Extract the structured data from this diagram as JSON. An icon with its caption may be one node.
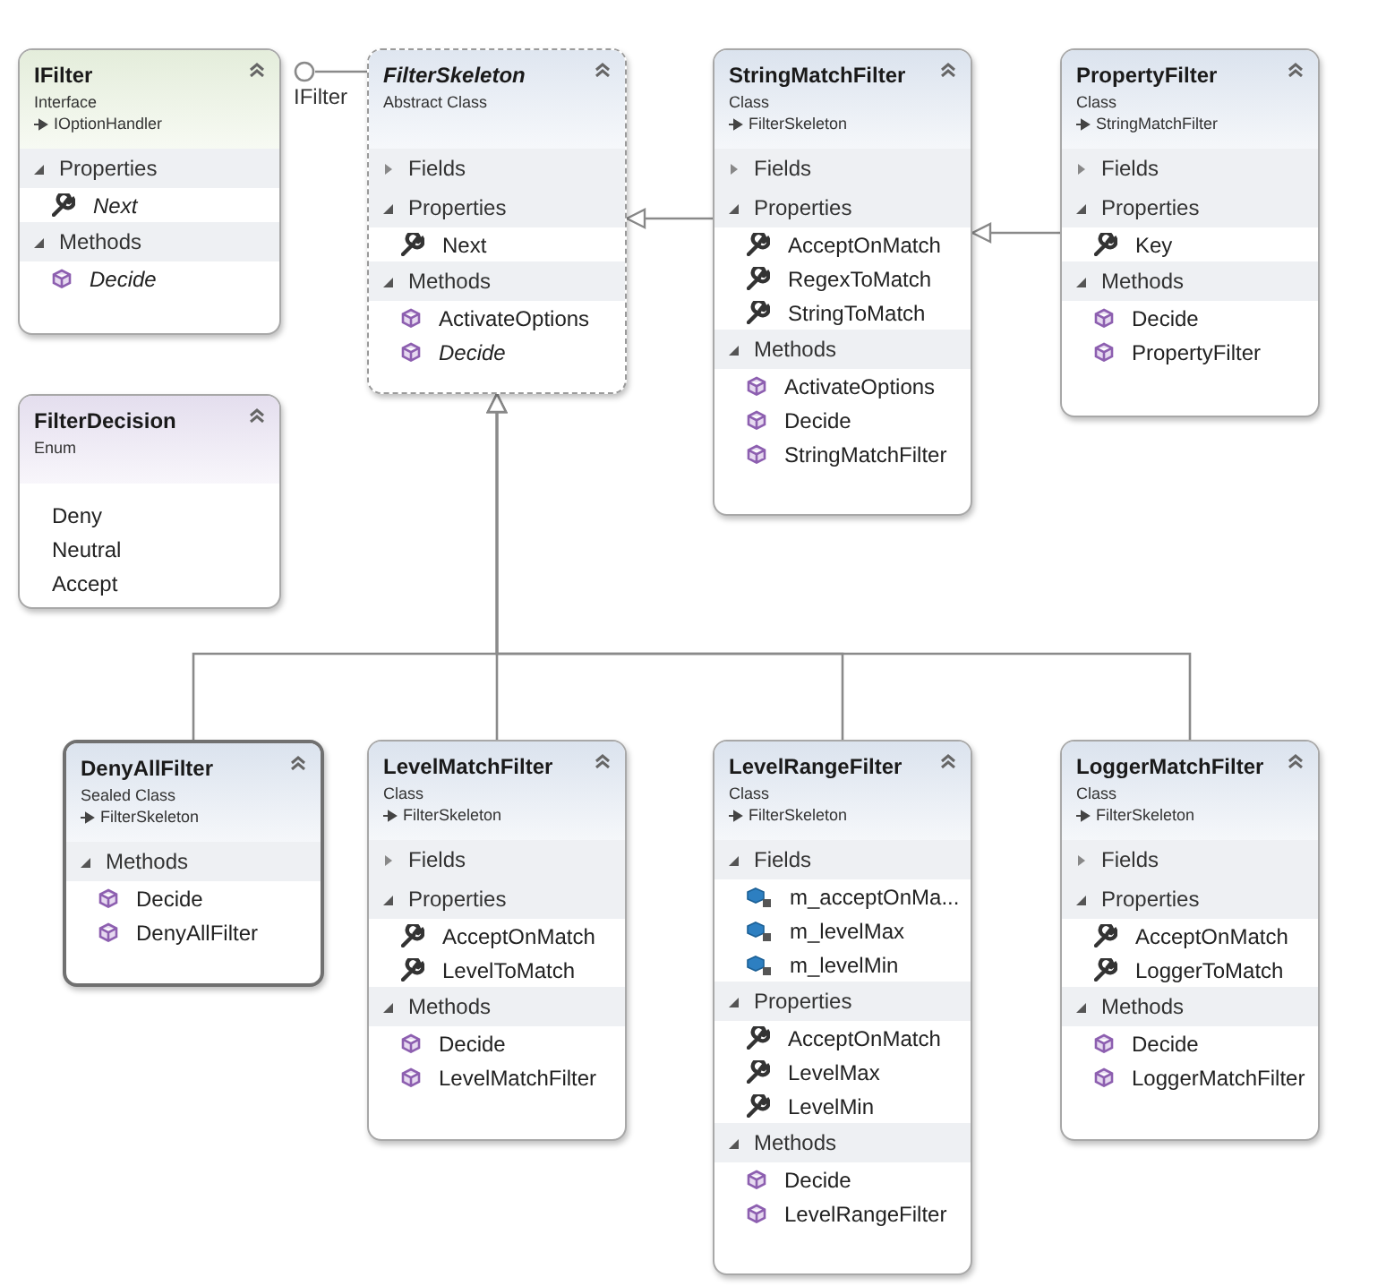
{
  "diagram": {
    "nodes": [
      {
        "text": [
          "IFilter",
          "Interface",
          "IOptionHandler",
          "Properties",
          "Next",
          "Methods",
          "Decide"
        ]
      },
      {
        "text": [],
        "shape": "circle",
        "beside": [
          "IFilter"
        ]
      },
      {
        "text": [
          "FilterSkeleton",
          "Abstract Class",
          "Fields",
          "Properties",
          "Next",
          "Methods",
          "ActivateOptions",
          "Decide"
        ]
      },
      {
        "text": [
          "StringMatchFilter",
          "Class",
          "FilterSkeleton",
          "Fields",
          "Properties",
          "AcceptOnMatch",
          "RegexToMatch",
          "StringToMatch",
          "Methods",
          "ActivateOptions",
          "Decide",
          "StringMatchFilter"
        ]
      },
      {
        "text": [
          "PropertyFilter",
          "Class",
          "StringMatchFilter",
          "Fields",
          "Properties",
          "Key",
          "Methods",
          "Decide",
          "PropertyFilter"
        ]
      },
      {
        "text": [
          "FilterDecision",
          "Enum",
          "Deny",
          "Neutral",
          "Accept"
        ]
      },
      {
        "text": [
          "DenyAllFilter",
          "Sealed Class",
          "FilterSkeleton",
          "Methods",
          "Decide",
          "DenyAllFilter"
        ]
      },
      {
        "text": [
          "LevelMatchFilter",
          "Class",
          "FilterSkeleton",
          "Fields",
          "Properties",
          "AcceptOnMatch",
          "LevelToMatch",
          "Methods",
          "Decide",
          "LevelMatchFilter"
        ]
      },
      {
        "text": [
          "LevelRangeFilter",
          "Class",
          "FilterSkeleton",
          "Fields",
          "m_acceptOnMa...",
          "m_levelMax",
          "m_levelMin",
          "Properties",
          "AcceptOnMatch",
          "LevelMax",
          "LevelMin",
          "Methods",
          "Decide",
          "LevelRangeFilter"
        ]
      },
      {
        "text": [
          "LoggerMatchFilter",
          "Class",
          "FilterSkeleton",
          "Fields",
          "Properties",
          "AcceptOnMatch",
          "LoggerToMatch",
          "Methods",
          "Decide",
          "LoggerMatchFilter"
        ]
      }
    ],
    "edges": [
      {
        "from": 2,
        "to": 1,
        "arrow": "none"
      },
      {
        "from": 3,
        "to": 2,
        "arrow": "to"
      },
      {
        "from": 4,
        "to": 3,
        "arrow": "to"
      },
      {
        "from": 6,
        "to": 2,
        "arrow": "to"
      },
      {
        "from": 7,
        "to": 2,
        "arrow": "to"
      },
      {
        "from": 8,
        "to": 2,
        "arrow": "to"
      },
      {
        "from": 9,
        "to": 2,
        "arrow": "to"
      }
    ]
  }
}
